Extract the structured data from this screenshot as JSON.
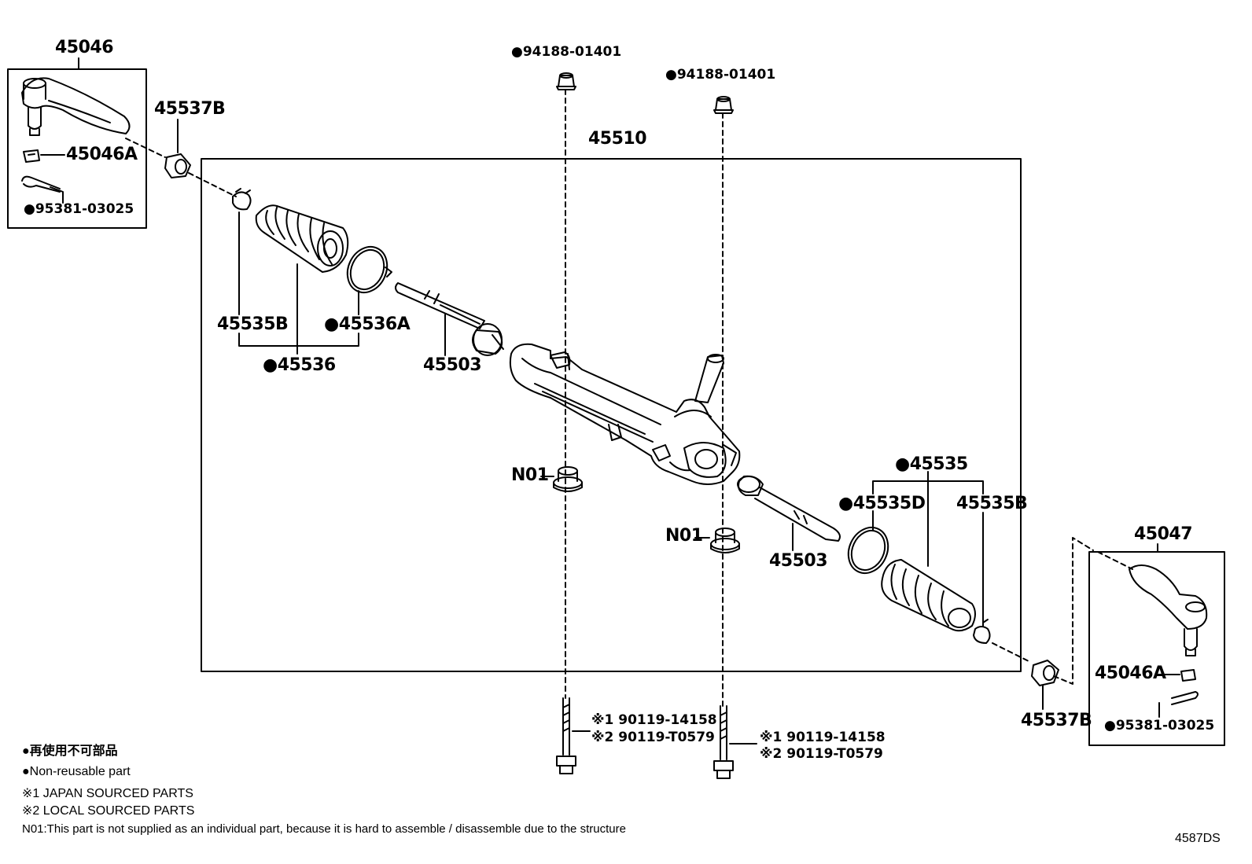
{
  "labels": {
    "p45046": "45046",
    "p45046A_left": "45046A",
    "p95381_left": "●95381-03025",
    "p45537B_left": "45537B",
    "p94188_left": "●94188-01401",
    "p94188_right": "●94188-01401",
    "p45510": "45510",
    "p45535B_left": "45535B",
    "p45536A": "●45536A",
    "p45536": "●45536",
    "p45503_left": "45503",
    "n01_left": "N01",
    "n01_right": "N01",
    "p45503_right": "45503",
    "p45535": "●45535",
    "p45535D": "●45535D",
    "p45535B_right": "45535B",
    "p45047": "45047",
    "p45046A_right": "45046A",
    "p95381_right": "●95381-03025",
    "p45537B_right": "45537B",
    "bolt_left_1": "※1  90119-14158",
    "bolt_left_2": "※2  90119-T0579",
    "bolt_right_1": "※1  90119-14158",
    "bolt_right_2": "※2  90119-T0579"
  },
  "legend": {
    "non_reusable_jp": "●再使用不可部品",
    "non_reusable_en": "●Non-reusable part",
    "japan_sourced": "※1 JAPAN SOURCED PARTS",
    "local_sourced": "※2 LOCAL SOURCED PARTS",
    "n01_note": "N01:This part is not supplied as an individual part, because it is hard to assemble / disassemble due to the structure"
  },
  "diagram_code": "4587DS"
}
